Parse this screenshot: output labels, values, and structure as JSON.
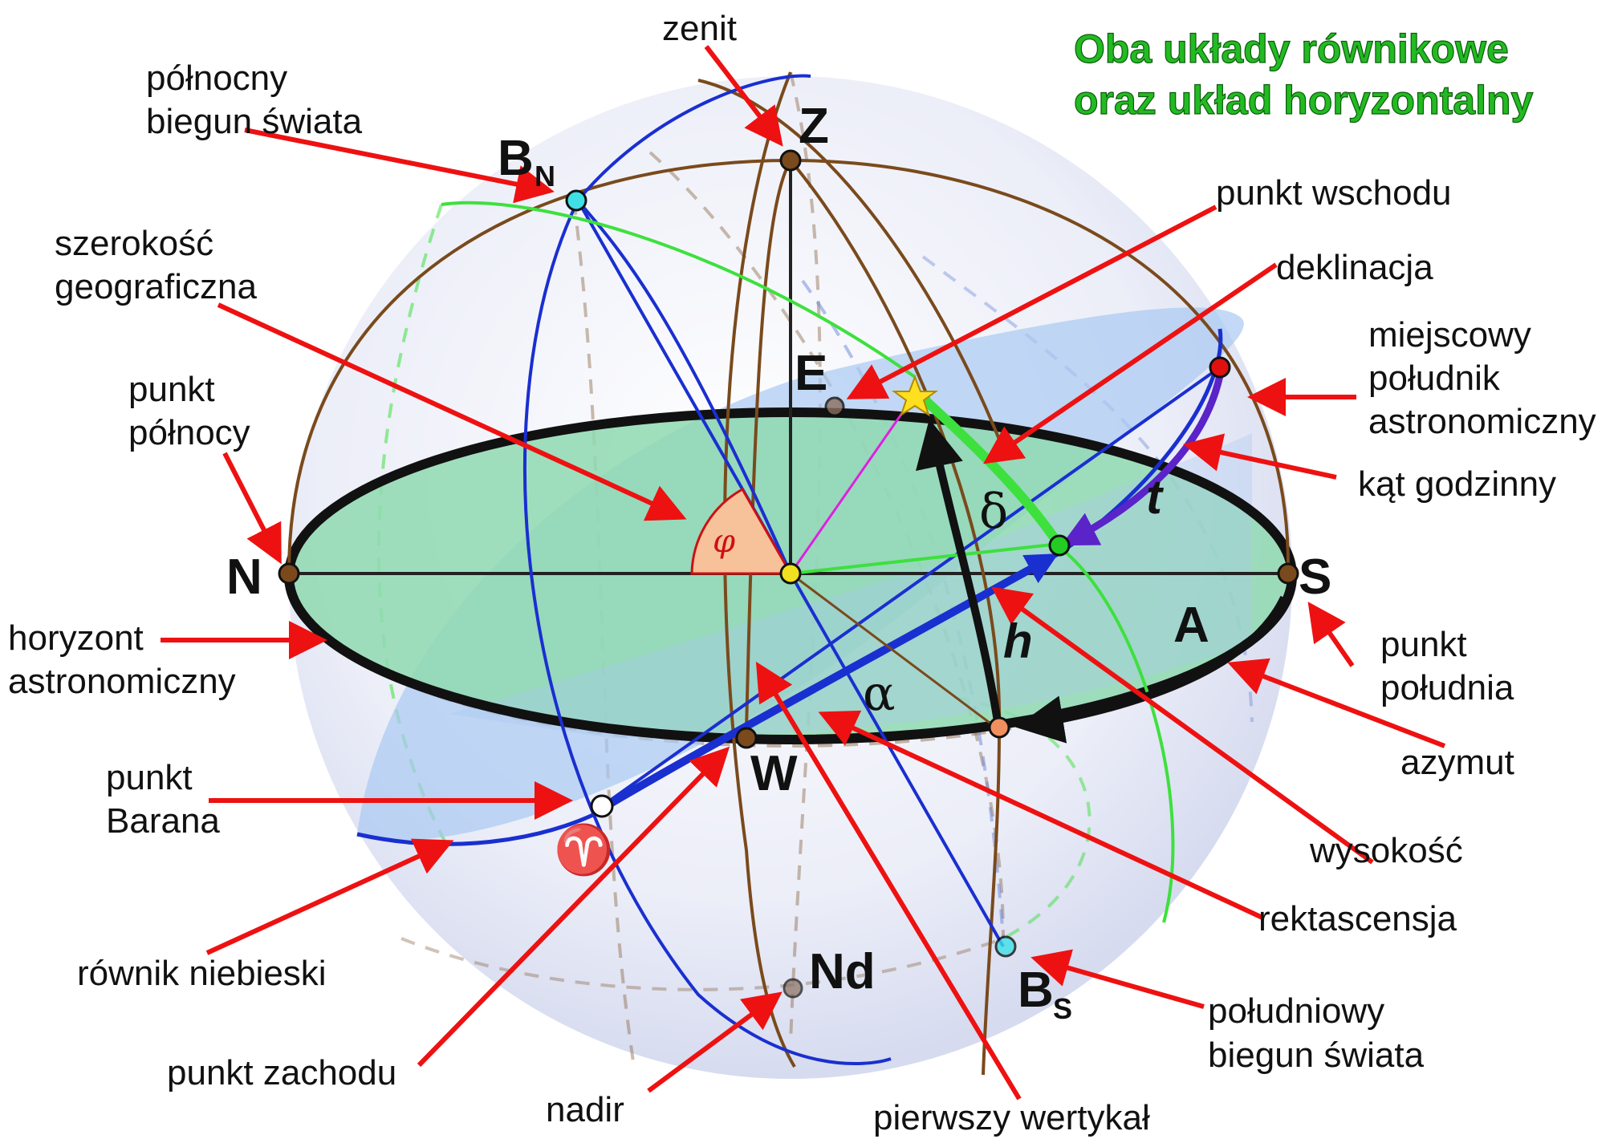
{
  "title": {
    "line1": "Oba układy równikowe",
    "line2": "oraz układ horyzontalny"
  },
  "points": {
    "zenith": "Z",
    "north_pole": "B",
    "north_pole_sub": "N",
    "south_pole": "B",
    "south_pole_sub": "S",
    "north": "N",
    "south": "S",
    "east": "E",
    "west": "W",
    "nadir": "Nd",
    "aries": "♈"
  },
  "quantities": {
    "azimuth": "A",
    "altitude": "h",
    "hour_angle": "t",
    "declination": "δ",
    "right_ascension": "α",
    "latitude": "φ"
  },
  "labels": {
    "zenit": "zenit",
    "polnocny_1": "północny",
    "polnocny_2": "biegun świata",
    "szerokosc_1": "szerokość",
    "szerokosc_2": "geograficzna",
    "punkt_polnocy_1": "punkt",
    "punkt_polnocy_2": "północy",
    "horyzont_1": "horyzont",
    "horyzont_2": "astronomiczny",
    "barana_1": "punkt",
    "barana_2": "Barana",
    "rownik": "równik niebieski",
    "zachodu": "punkt zachodu",
    "nadir": "nadir",
    "wertykal": "pierwszy wertykał",
    "punkt_wschodu": "punkt wschodu",
    "deklinacja": "deklinacja",
    "poludnik_1": "miejscowy",
    "poludnik_2": "południk",
    "poludnik_3": "astronomiczny",
    "kat": "kąt godzinny",
    "poludnia_1": "punkt",
    "poludnia_2": "południa",
    "azymut": "azymut",
    "wysokosc": "wysokość",
    "rektascensja": "rektascensja",
    "poludniowy_1": "południowy",
    "poludniowy_2": "biegun świata"
  },
  "colors": {
    "horizon_fill": "#8fd9b0",
    "equator_fill": "#a9c9f2",
    "sphere": "#dfe3f3",
    "meridian": "#7a4a1c",
    "equator_line": "#1a2fd0",
    "green_circle": "#3ee03e",
    "arrow": "#ee1111",
    "title": "#22bb22"
  }
}
